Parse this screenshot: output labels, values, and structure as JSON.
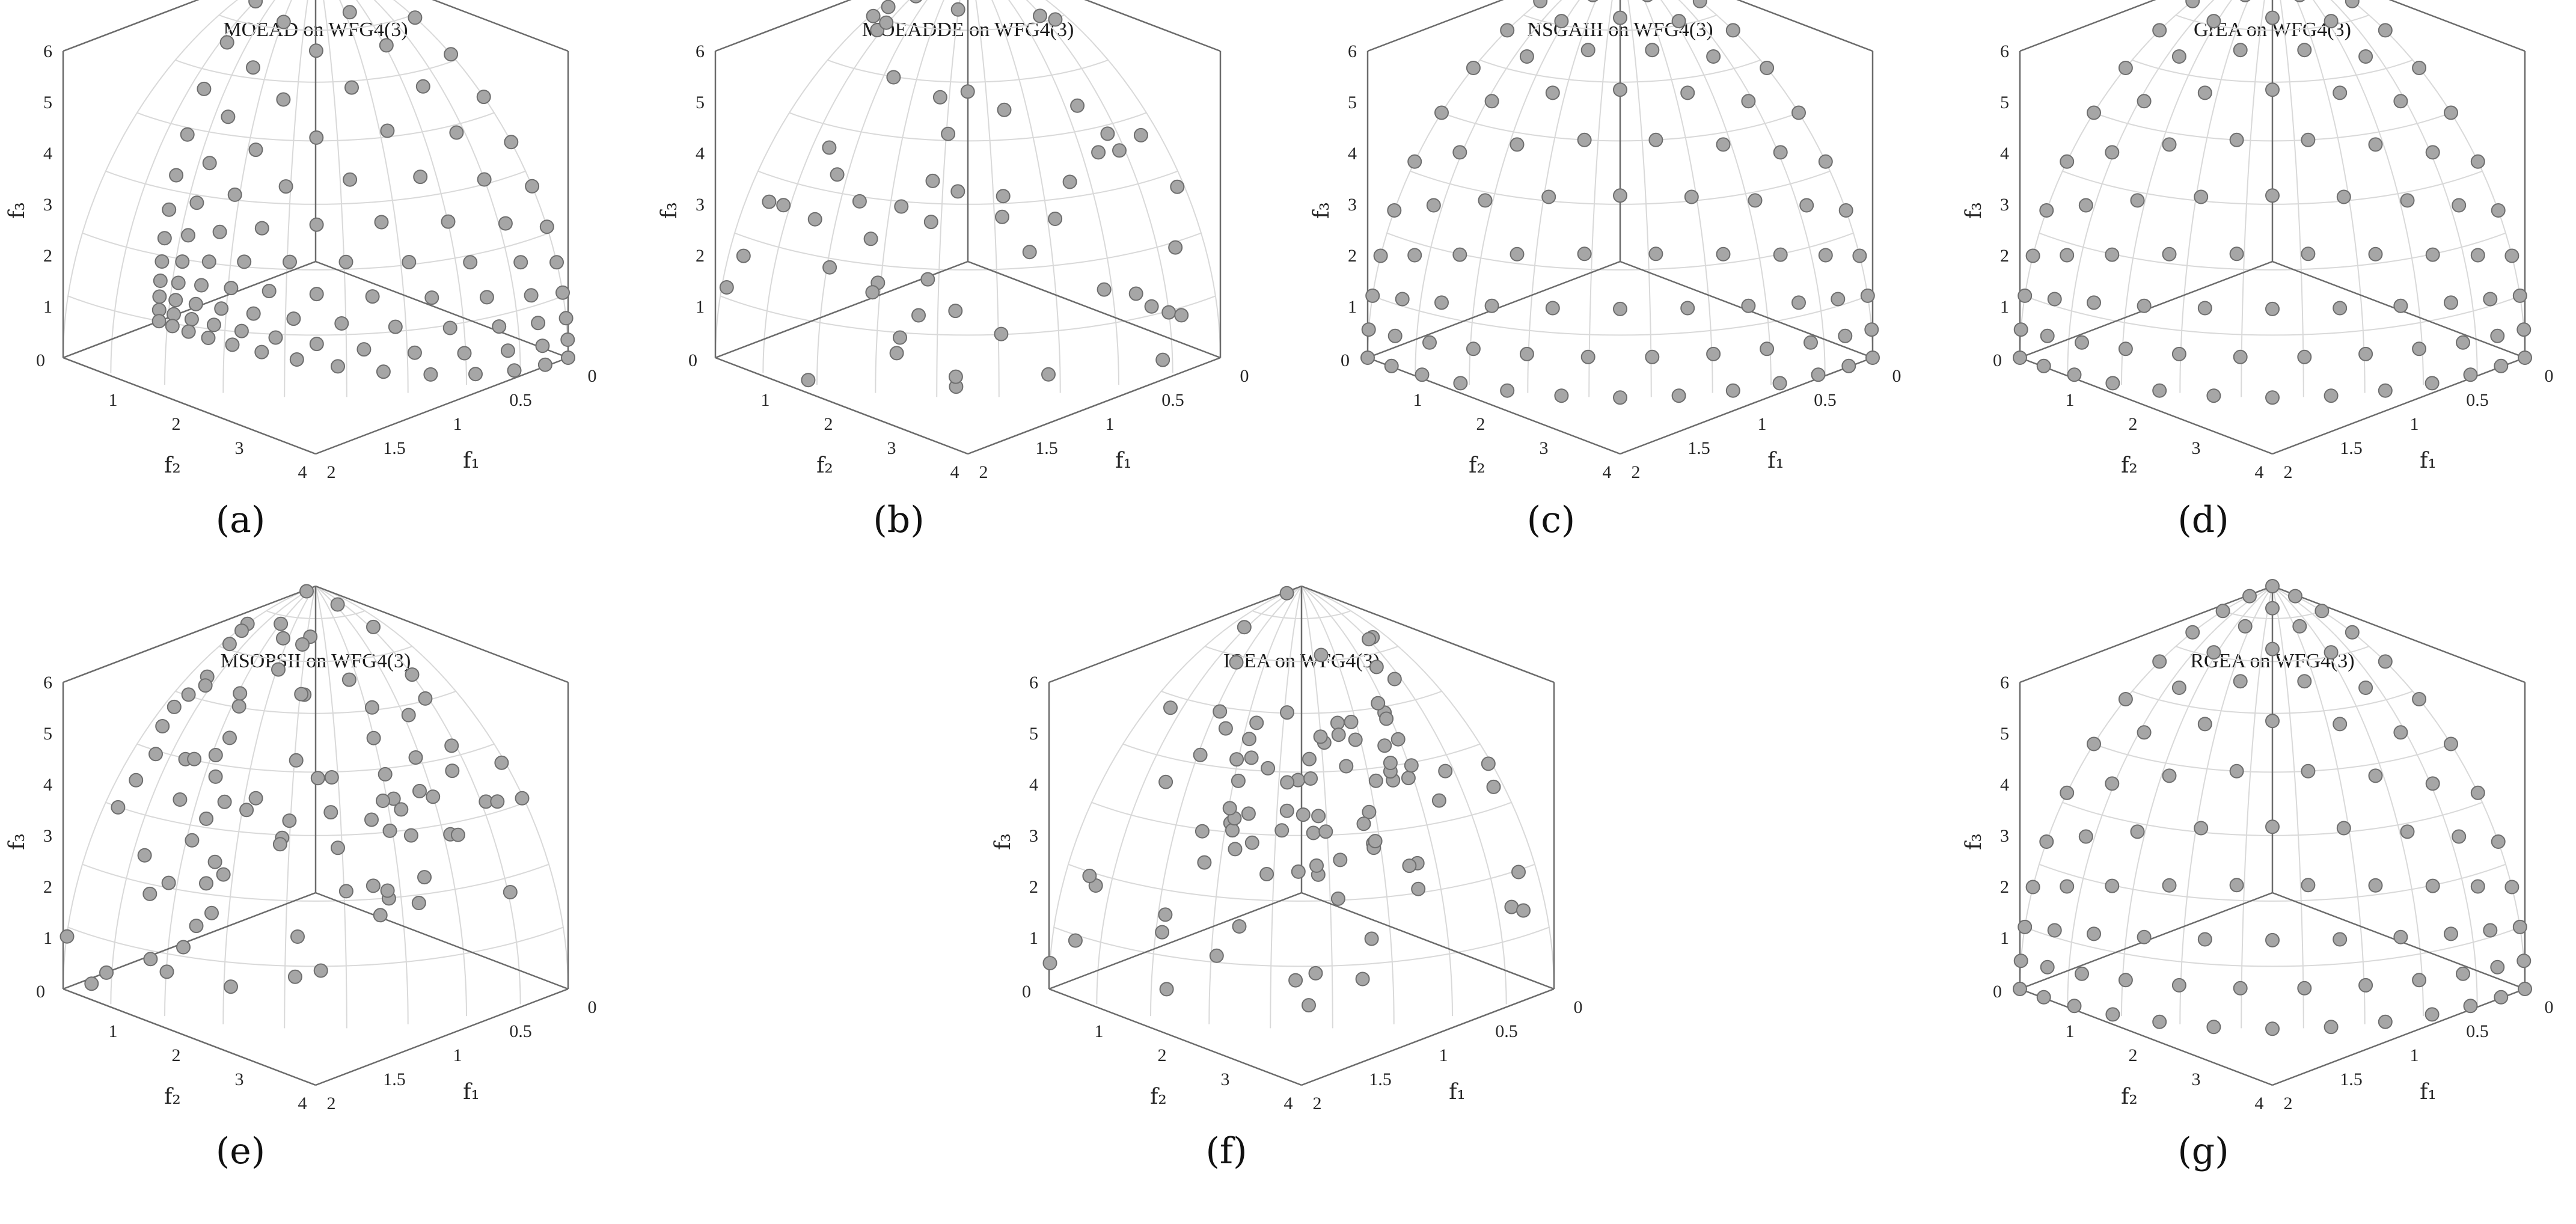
{
  "chart_data": [
    {
      "type": "scatter",
      "title": "MOEAD on WFG4(3)",
      "caption": "(a)",
      "distribution": "moead",
      "xlabel": "f₁",
      "ylabel": "f₂",
      "zlabel": "f₃",
      "xlim": [
        0,
        2
      ],
      "ylim": [
        0,
        4
      ],
      "zlim": [
        0,
        6
      ],
      "x_ticks": [
        "0",
        "0.5",
        "1",
        "1.5",
        "2"
      ],
      "y_ticks": [
        "0",
        "1",
        "2",
        "3",
        "4"
      ],
      "z_ticks": [
        "1",
        "2",
        "3",
        "4",
        "5",
        "6"
      ],
      "grid": true
    },
    {
      "type": "scatter",
      "title": "MOEADDE on WFG4(3)",
      "caption": "(b)",
      "distribution": "moeadde",
      "xlabel": "f₁",
      "ylabel": "f₂",
      "zlabel": "f₃",
      "xlim": [
        0,
        2
      ],
      "ylim": [
        0,
        4
      ],
      "zlim": [
        0,
        6
      ],
      "x_ticks": [
        "0",
        "0.5",
        "1",
        "1.5",
        "2"
      ],
      "y_ticks": [
        "0",
        "1",
        "2",
        "3",
        "4"
      ],
      "z_ticks": [
        "1",
        "2",
        "3",
        "4",
        "5",
        "6"
      ],
      "grid": true
    },
    {
      "type": "scatter",
      "title": "NSGAIII on WFG4(3)",
      "caption": "(c)",
      "distribution": "uniform",
      "xlabel": "f₁",
      "ylabel": "f₂",
      "zlabel": "f₃",
      "xlim": [
        0,
        2
      ],
      "ylim": [
        0,
        4
      ],
      "zlim": [
        0,
        6
      ],
      "x_ticks": [
        "0",
        "0.5",
        "1",
        "1.5",
        "2"
      ],
      "y_ticks": [
        "0",
        "1",
        "2",
        "3",
        "4"
      ],
      "z_ticks": [
        "1",
        "2",
        "3",
        "4",
        "5",
        "6"
      ],
      "grid": true
    },
    {
      "type": "scatter",
      "title": "GrEA on WFG4(3)",
      "caption": "(d)",
      "distribution": "uniform",
      "xlabel": "f₁",
      "ylabel": "f₂",
      "zlabel": "f₃",
      "xlim": [
        0,
        2
      ],
      "ylim": [
        0,
        4
      ],
      "zlim": [
        0,
        6
      ],
      "x_ticks": [
        "0",
        "0.5",
        "1",
        "1.5",
        "2"
      ],
      "y_ticks": [
        "0",
        "1",
        "2",
        "3",
        "4"
      ],
      "z_ticks": [
        "1",
        "2",
        "3",
        "4",
        "5",
        "6"
      ],
      "grid": true
    },
    {
      "type": "scatter",
      "title": "MSOPSII on WFG4(3)",
      "caption": "(e)",
      "distribution": "random",
      "xlabel": "f₁",
      "ylabel": "f₂",
      "zlabel": "f₃",
      "xlim": [
        0,
        2
      ],
      "ylim": [
        0,
        4
      ],
      "zlim": [
        0,
        6
      ],
      "x_ticks": [
        "0",
        "0.5",
        "1",
        "1.5",
        "2"
      ],
      "y_ticks": [
        "0",
        "1",
        "2",
        "3",
        "4"
      ],
      "z_ticks": [
        "1",
        "2",
        "3",
        "4",
        "5",
        "6"
      ],
      "grid": true
    },
    {
      "type": "scatter",
      "title": "IBEA on WFG4(3)",
      "caption": "(f)",
      "distribution": "ibea",
      "xlabel": "f₁",
      "ylabel": "f₂",
      "zlabel": "f₃",
      "xlim": [
        0,
        2
      ],
      "ylim": [
        0,
        4
      ],
      "zlim": [
        0,
        6
      ],
      "x_ticks": [
        "0",
        "0.5",
        "1",
        "1.5",
        "2"
      ],
      "y_ticks": [
        "0",
        "1",
        "2",
        "3",
        "4"
      ],
      "z_ticks": [
        "1",
        "2",
        "3",
        "4",
        "5",
        "6"
      ],
      "grid": true
    },
    {
      "type": "scatter",
      "title": "RGEA on WFG4(3)",
      "caption": "(g)",
      "distribution": "uniform",
      "xlabel": "f₁",
      "ylabel": "f₂",
      "zlabel": "f₃",
      "xlim": [
        0,
        2
      ],
      "ylim": [
        0,
        4
      ],
      "zlim": [
        0,
        6
      ],
      "x_ticks": [
        "0",
        "0.5",
        "1",
        "1.5",
        "2"
      ],
      "y_ticks": [
        "0",
        "1",
        "2",
        "3",
        "4"
      ],
      "z_ticks": [
        "1",
        "2",
        "3",
        "4",
        "5",
        "6"
      ],
      "grid": true
    }
  ],
  "colors": {
    "point_fill": "#a6a6a6",
    "point_stroke": "#6e6e6e",
    "axis": "#6b6b6b",
    "grid": "#d9d9d9",
    "text": "#262626"
  }
}
